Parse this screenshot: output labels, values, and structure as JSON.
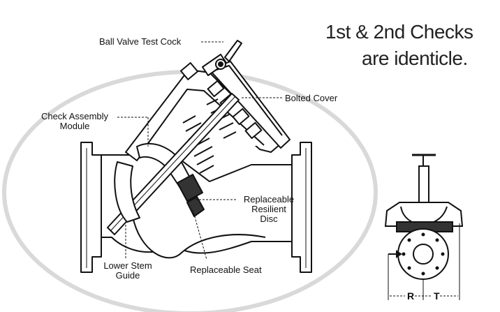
{
  "headline": {
    "line1": "1st & 2nd Checks",
    "line2": "are identicle."
  },
  "callouts": {
    "ball_valve_test_cock": "Ball Valve Test Cock",
    "bolted_cover": "Bolted Cover",
    "check_assembly_line1": "Check Assembly",
    "check_assembly_line2": "Module",
    "replaceable_disc_line1": "Replaceable",
    "replaceable_disc_line2": "Resilient",
    "replaceable_disc_line3": "Disc",
    "lower_stem_line1": "Lower Stem",
    "lower_stem_line2": "Guide",
    "replaceable_seat": "Replaceable Seat"
  },
  "dimensions": {
    "r_label": "R",
    "t_label": "T"
  },
  "colors": {
    "ellipse_ring": "#d9d9d9",
    "line": "#111111",
    "fill_body": "#ffffff"
  }
}
